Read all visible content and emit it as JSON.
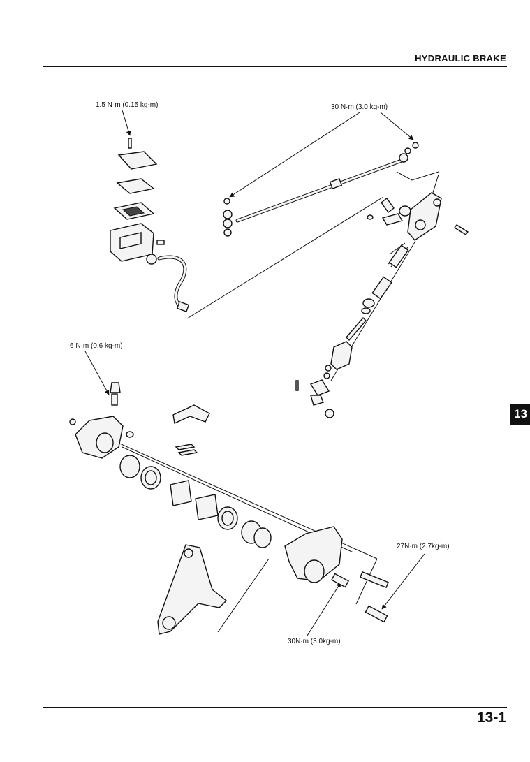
{
  "header": {
    "section_title": "HYDRAULIC BRAKE"
  },
  "section_tab": {
    "label": "13"
  },
  "torque_labels": {
    "reservoir_cover_screw": "1.5 N·m (0.15 kg-m)",
    "brake_hose_bolts": "30 N·m (3.0 kg-m)",
    "bleed_valve": "6 N·m (0.6 kg-m)",
    "pin_bolt": "27N·m (2.7kg-m)",
    "caliper_mount_bolt": "30N·m (3.0kg-m)"
  },
  "footer": {
    "page_number": "13-1"
  }
}
